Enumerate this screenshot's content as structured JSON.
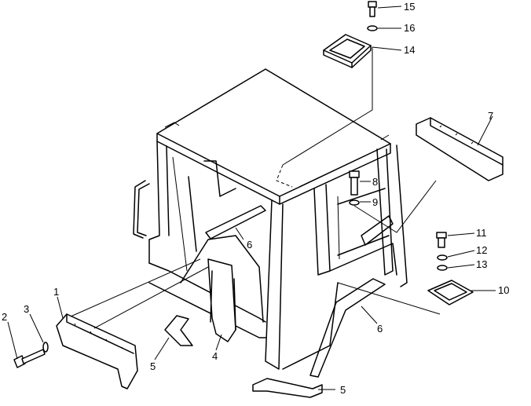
{
  "callouts": {
    "c1": "1",
    "c2": "2",
    "c3": "3",
    "c4": "4",
    "c5a": "5",
    "c5b": "5",
    "c6a": "6",
    "c6b": "6",
    "c7": "7",
    "c8": "8",
    "c9": "9",
    "c10": "10",
    "c11": "11",
    "c12": "12",
    "c13": "13",
    "c14": "14",
    "c15": "15",
    "c16": "16"
  },
  "colors": {
    "ink": "#000000",
    "paper": "#ffffff"
  }
}
